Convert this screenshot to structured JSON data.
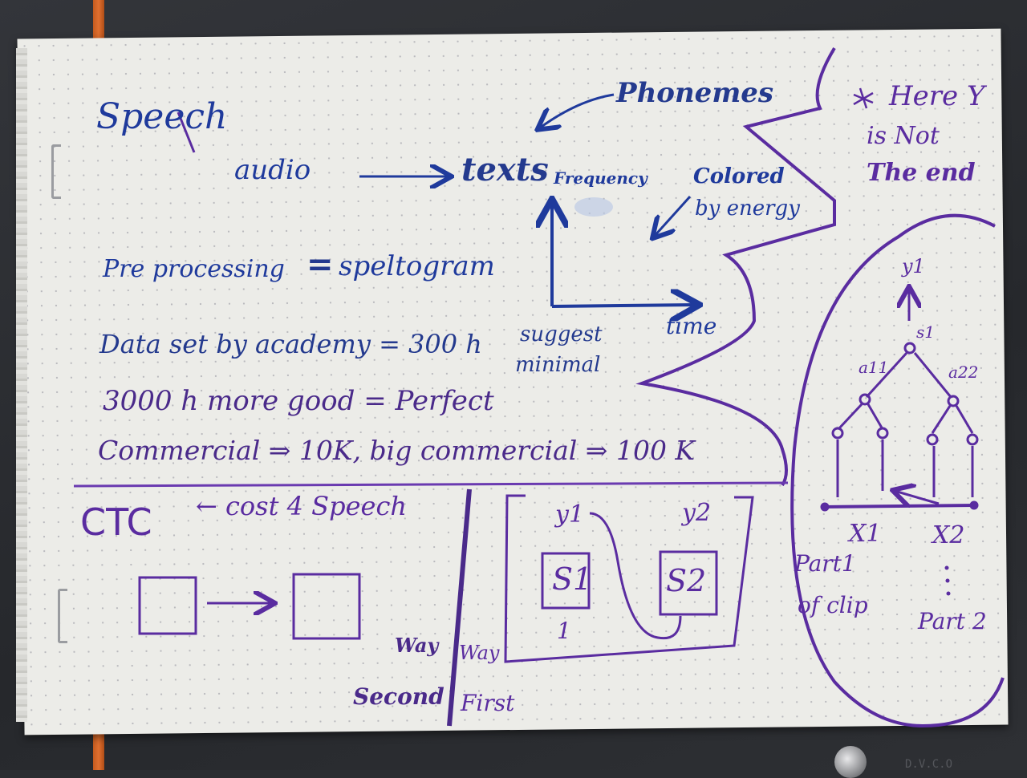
{
  "notes": {
    "speech_title": "Speech",
    "audio": "audio",
    "texts": "texts",
    "phonemes": "Phonemes",
    "frequency": "Frequency",
    "colored": "Colored",
    "by_energy": "by energy",
    "preprocessing": "Pre processing",
    "equals": "=",
    "spectogram": "speltogram",
    "time": "time",
    "dataset_line": "Data set by academy = 300 h",
    "suggest": "suggest",
    "minimal": "minimal",
    "more_good_line": "3000 h more good = Perfect",
    "commercial_line": "Commercial ⇒ 10K, big commercial ⇒ 100 K",
    "here_y": "Here Y",
    "is_not": "is Not",
    "the_end": "The end",
    "ctc": "CTC",
    "cost_for_speech": "← cost 4 Speech",
    "way_second_1": "Way",
    "way_second_2": "Second",
    "way_first_1": "Way",
    "way_first_2": "First",
    "y1": "y1",
    "y2": "y2",
    "s1": "S1",
    "s2": "S2",
    "one": "1",
    "tree_y": "y1",
    "tree_s": "s1",
    "tree_a1": "a11",
    "tree_a2": "a22",
    "x1": "X1",
    "x2": "X2",
    "part1_a": "Part1",
    "part1_b": "of clip",
    "part2": "Part 2",
    "device_corner": "D.V.C.O"
  },
  "colors": {
    "paper": "#ecece8",
    "blue_ink": "#1f3a9c",
    "purple_ink": "#5a2ca0",
    "ribbon": "#e07030",
    "background": "#2b2d31"
  }
}
